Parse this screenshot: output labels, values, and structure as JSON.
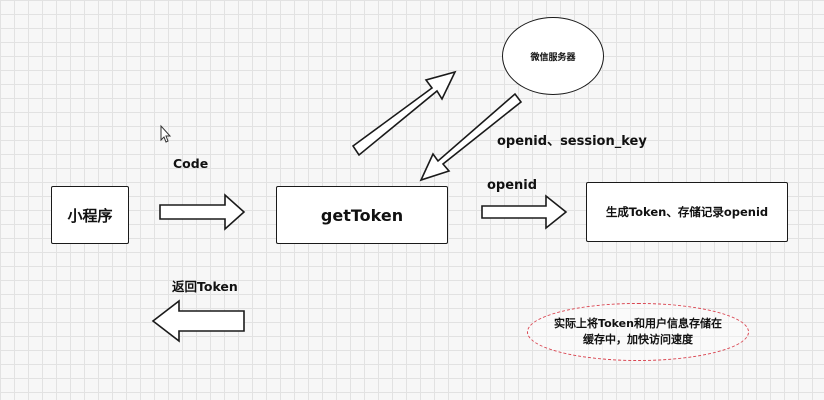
{
  "diagram": {
    "nodes": {
      "mini_program": "小程序",
      "get_token": "getToken",
      "wechat_server": "微信服务器",
      "generate_token": "生成Token、存储记录openid"
    },
    "edges": {
      "code": "Code",
      "return_token": "返回Token",
      "openid_session_key": "openid、session_key",
      "openid": "openid"
    },
    "note": "实际上将Token和用户信息存储在缓存中，加快访问速度"
  }
}
